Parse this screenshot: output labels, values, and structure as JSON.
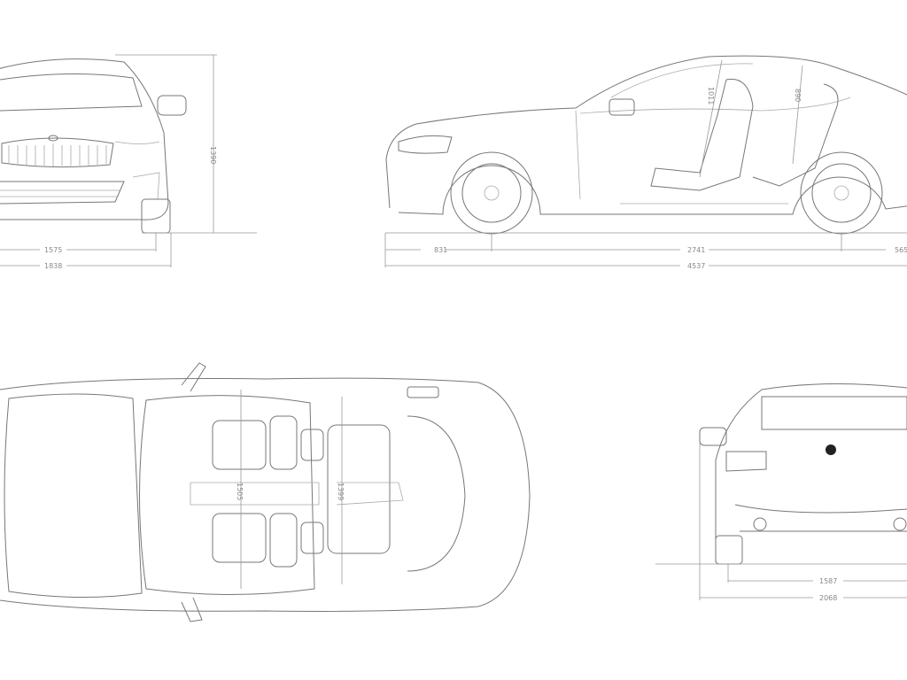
{
  "views": {
    "front": {
      "height": "1390",
      "track": "1575",
      "width": "1838"
    },
    "side": {
      "headroom_front": "1011",
      "headroom_rear": "890",
      "front_overhang": "831",
      "wheelbase": "2741",
      "rear_overhang": "565",
      "length": "4537"
    },
    "top": {
      "shoulder_front": "1505",
      "shoulder_rear": "1399"
    },
    "rear": {
      "track": "1587",
      "width_mirrors": "2068"
    }
  },
  "colors": {
    "line": "#777777",
    "dimension": "#999999",
    "background": "#ffffff"
  }
}
